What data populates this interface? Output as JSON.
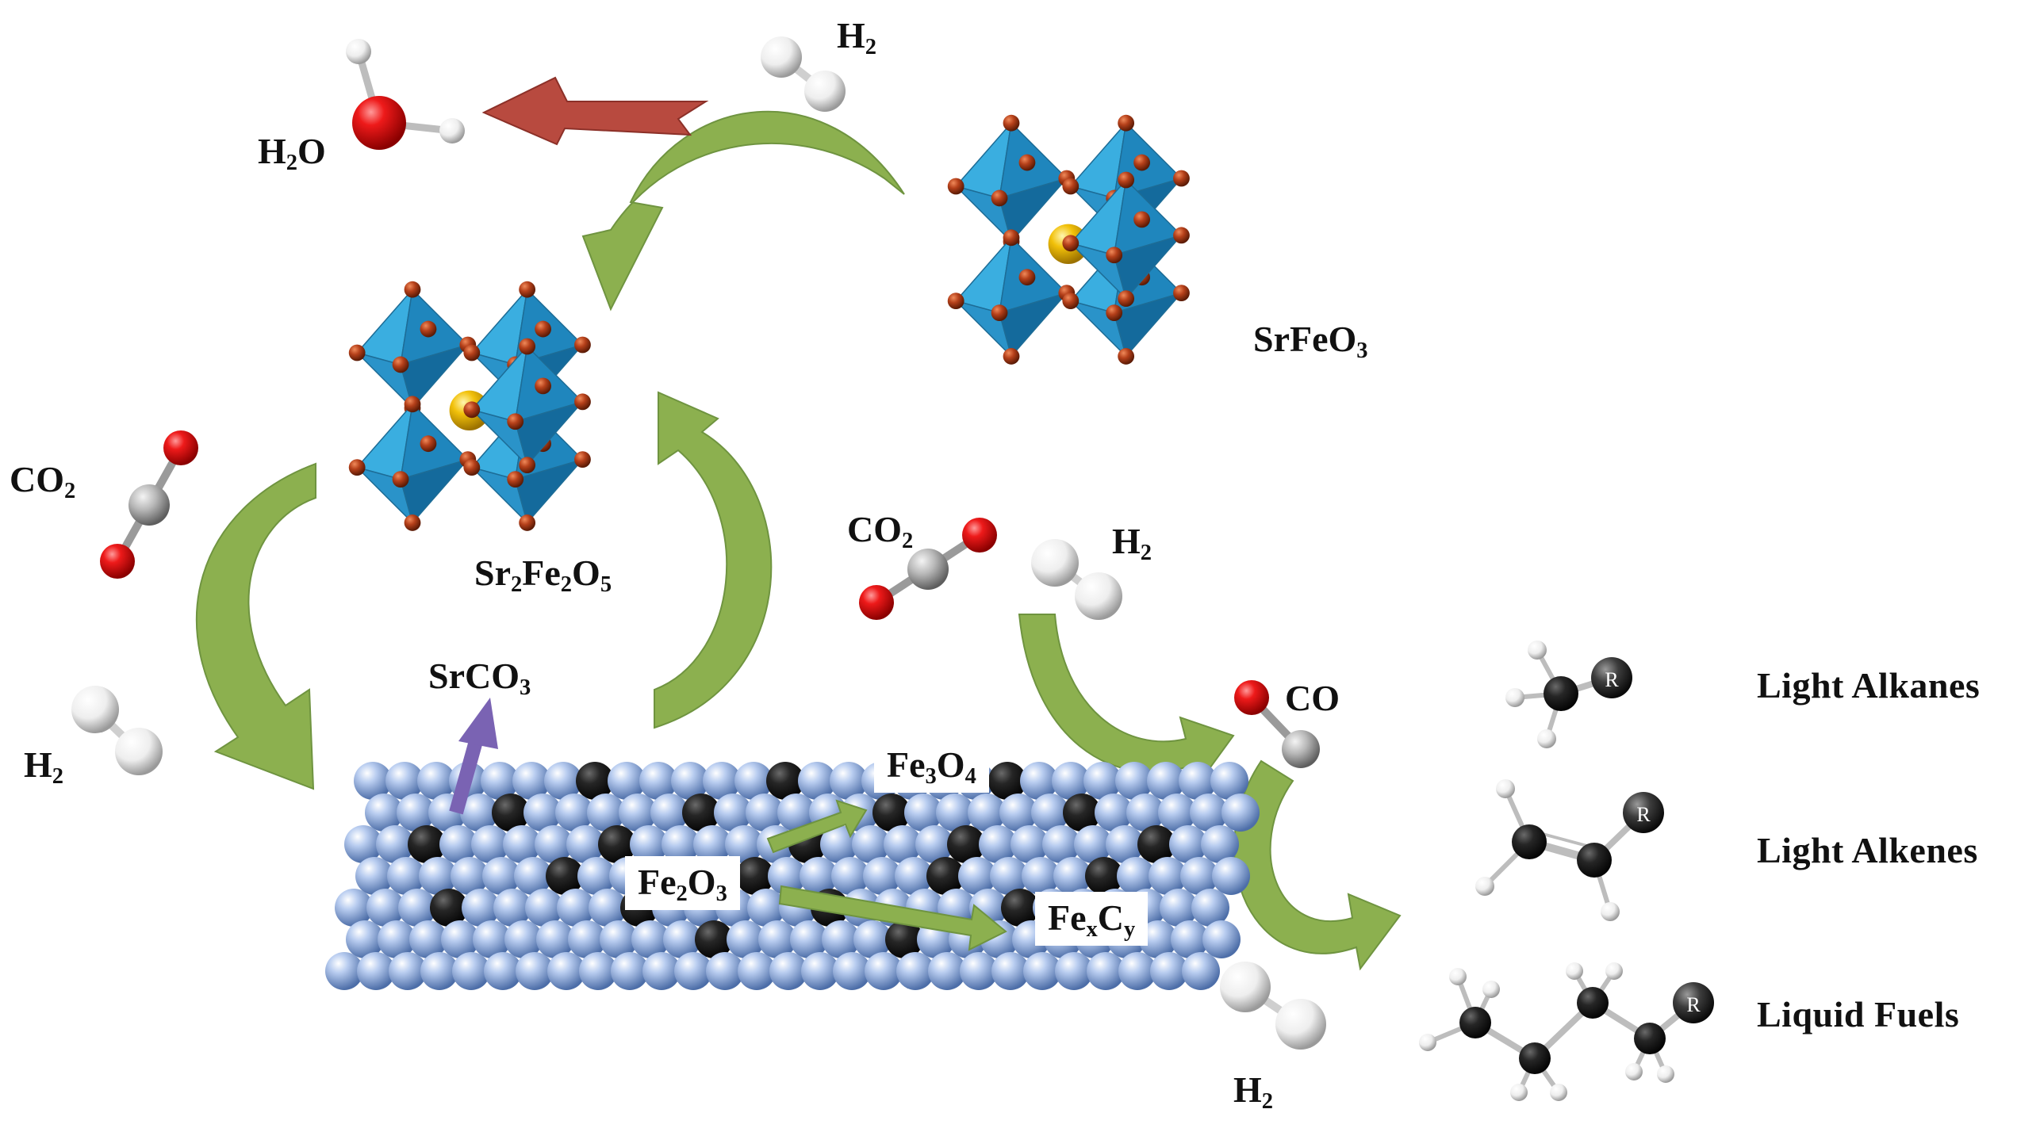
{
  "labels": {
    "h2_top": {
      "main": "H",
      "sub": "2"
    },
    "h2o": {
      "main": "H",
      "sub": "2",
      "tail": "O"
    },
    "srfeo3": {
      "a": "SrFeO",
      "sub": "3"
    },
    "co2_left": {
      "main": "CO",
      "sub": "2"
    },
    "sr2fe2o5": {
      "a": "Sr",
      "s1": "2",
      "b": "Fe",
      "s2": "2",
      "c": "O",
      "s3": "5"
    },
    "h2_left": {
      "main": "H",
      "sub": "2"
    },
    "srco3": {
      "a": "SrCO",
      "sub": "3"
    },
    "co2_mid": {
      "main": "CO",
      "sub": "2"
    },
    "h2_mid": {
      "main": "H",
      "sub": "2"
    },
    "co": "CO",
    "fe3o4": {
      "a": "Fe",
      "s1": "3",
      "b": "O",
      "s2": "4"
    },
    "fe2o3": {
      "a": "Fe",
      "s1": "2",
      "b": "O",
      "s2": "3"
    },
    "fexcy": {
      "a": "Fe",
      "s1": "x",
      "b": "C",
      "s2": "y"
    },
    "h2_bottom": {
      "main": "H",
      "sub": "2"
    }
  },
  "products": {
    "light_alkanes": "Light Alkanes",
    "light_alkenes": "Light Alkenes",
    "liquid_fuels": "Liquid Fuels",
    "r_group": "R"
  },
  "colors": {
    "octahedron": "#2f9fd6",
    "oxygen_vertex": "#b5401a",
    "sr_atom": "#f2c10a",
    "green_arrow": "#8cb04f",
    "red_arrow": "#b84a3f",
    "purple_arrow": "#7a63b3",
    "surface_sphere": "#8ea8d6",
    "carbon_sphere": "#1c1c1c"
  }
}
